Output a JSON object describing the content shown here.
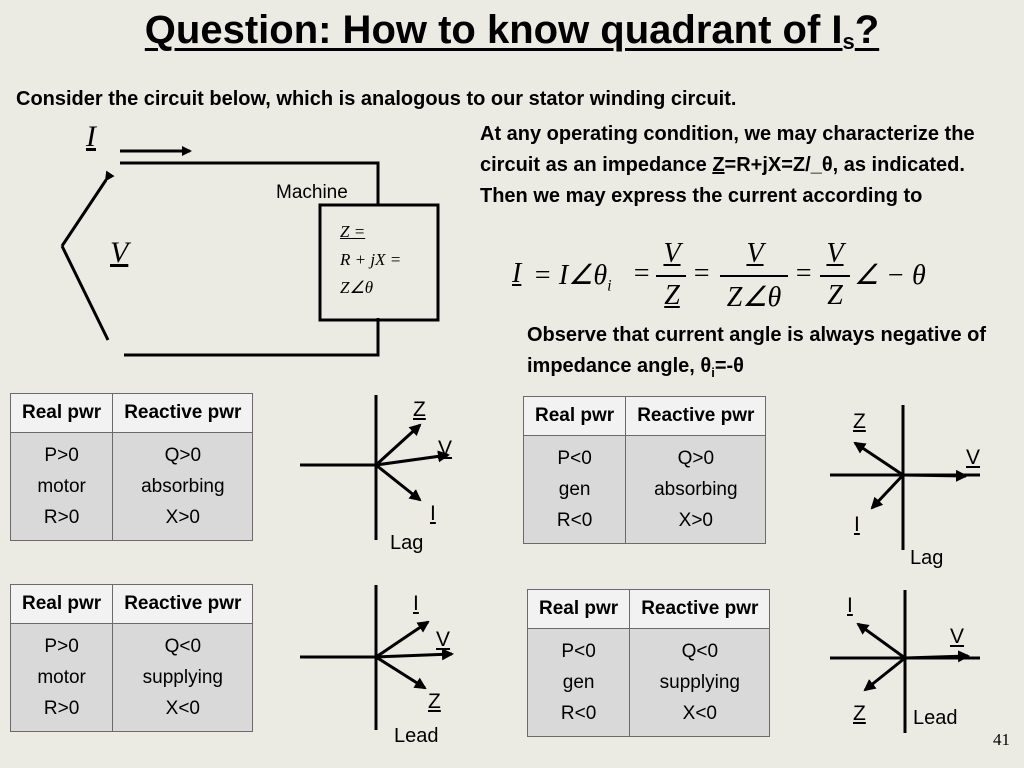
{
  "title": {
    "text": "Question: How to know quadrant of I",
    "subscript": "s",
    "question_mark": "?"
  },
  "intro": "Consider the circuit below, which is analogous to our stator winding circuit.",
  "description": {
    "part1": "At any operating condition, we may characterize the circuit as an impedance ",
    "z_underlined": "Z",
    "part2": "=R+jX=Z/_θ, as indicated. Then we may express the current according to"
  },
  "circuit": {
    "current_label": "I",
    "voltage_label": "V",
    "machine_label": "Machine",
    "z_line1": "Z =",
    "z_line2": "R + jX =",
    "z_line3": "Z∠θ"
  },
  "equation": {
    "lhs": "I",
    "eq1": "= I∠θ",
    "sub_i": "i",
    "eq2": "=",
    "frac1_num": "V",
    "frac1_den": "Z",
    "eq3": "=",
    "frac2_num": "V",
    "frac2_den": "Z∠θ",
    "eq4": "=",
    "frac3_num": "V",
    "frac3_den": "Z",
    "tail": "∠ − θ"
  },
  "observe": {
    "text": "Observe that current angle is always negative of impedance angle, θ",
    "sub": "i",
    "tail": "=-θ"
  },
  "tables": [
    {
      "h1": "Real pwr",
      "h2": "Reactive pwr",
      "c1": [
        "P>0",
        "motor",
        "R>0"
      ],
      "c2": [
        "Q>0",
        "absorbing",
        "X>0"
      ]
    },
    {
      "h1": "Real pwr",
      "h2": "Reactive pwr",
      "c1": [
        "P<0",
        "gen",
        "R<0"
      ],
      "c2": [
        "Q>0",
        "absorbing",
        "X>0"
      ]
    },
    {
      "h1": "Real pwr",
      "h2": "Reactive pwr",
      "c1": [
        "P>0",
        "motor",
        "R>0"
      ],
      "c2": [
        "Q<0",
        "supplying",
        "X<0"
      ]
    },
    {
      "h1": "Real pwr",
      "h2": "Reactive pwr",
      "c1": [
        "P<0",
        "gen",
        "R<0"
      ],
      "c2": [
        "Q<0",
        "supplying",
        "X<0"
      ]
    }
  ],
  "phasors": [
    {
      "z": "Z",
      "v": "V",
      "i": "I",
      "caption": "Lag"
    },
    {
      "z": "Z",
      "v": "V",
      "i": "I",
      "caption": "Lag"
    },
    {
      "z": "Z",
      "v": "V",
      "i": "I",
      "caption": "Lead"
    },
    {
      "z": "Z",
      "v": "V",
      "i": "I",
      "caption": "Lead"
    }
  ],
  "page_number": "41"
}
